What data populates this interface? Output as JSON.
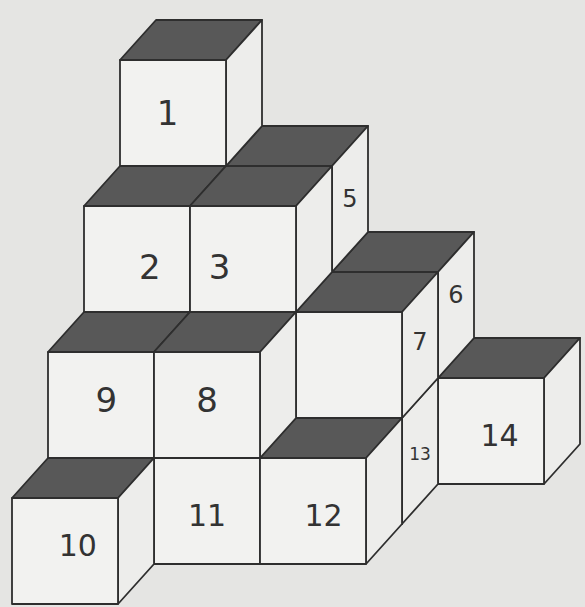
{
  "diagram": {
    "nodes": [
      {
        "text": [
          "1"
        ]
      },
      {
        "text": [
          "5"
        ]
      },
      {
        "text": [
          "2"
        ]
      },
      {
        "text": [
          "3"
        ]
      },
      {
        "text": [
          "6"
        ]
      },
      {
        "text": [
          "7"
        ]
      },
      {
        "text": [
          "9"
        ]
      },
      {
        "text": [
          "8"
        ]
      },
      {
        "text": [
          "14"
        ]
      },
      {
        "text": [
          "13"
        ]
      },
      {
        "text": [
          "11"
        ]
      },
      {
        "text": [
          "12"
        ]
      },
      {
        "text": [
          "10"
        ]
      }
    ]
  }
}
